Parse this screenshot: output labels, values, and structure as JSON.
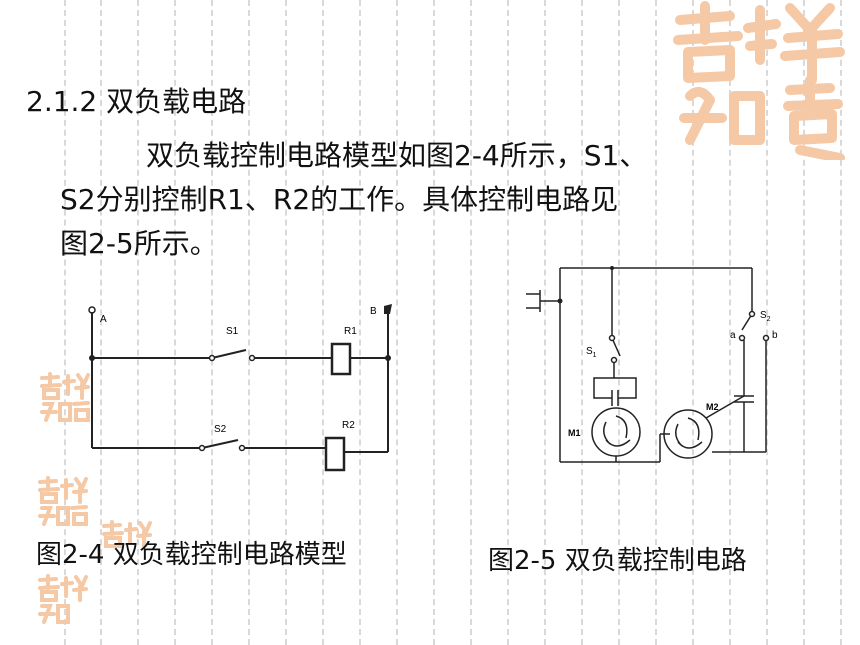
{
  "section": {
    "heading": "2.1.2 双负载电路",
    "body_line1": "双负载控制电路模型如图2-4所示，S1、",
    "body_line2": "S2分别控制R1、R2的工作。具体控制电路见",
    "body_line3": "图2-5所示。"
  },
  "decor": {
    "seal_text": "吉祥如意",
    "seal_color": "#f6c9a6"
  },
  "fig4": {
    "caption": "图2-4  双负载控制电路模型",
    "label_a": "A",
    "label_b": "B",
    "label_s1": "S1",
    "label_r1": "R1",
    "label_s2": "S2",
    "label_r2": "R2"
  },
  "fig5": {
    "caption": "图2-5  双负载控制电路",
    "label_s1": "S",
    "label_s1_sub": "1",
    "label_s2": "S",
    "label_s2_sub": "2",
    "label_a": "a",
    "label_b": "b",
    "label_m1": "M1",
    "label_m2": "M2"
  }
}
